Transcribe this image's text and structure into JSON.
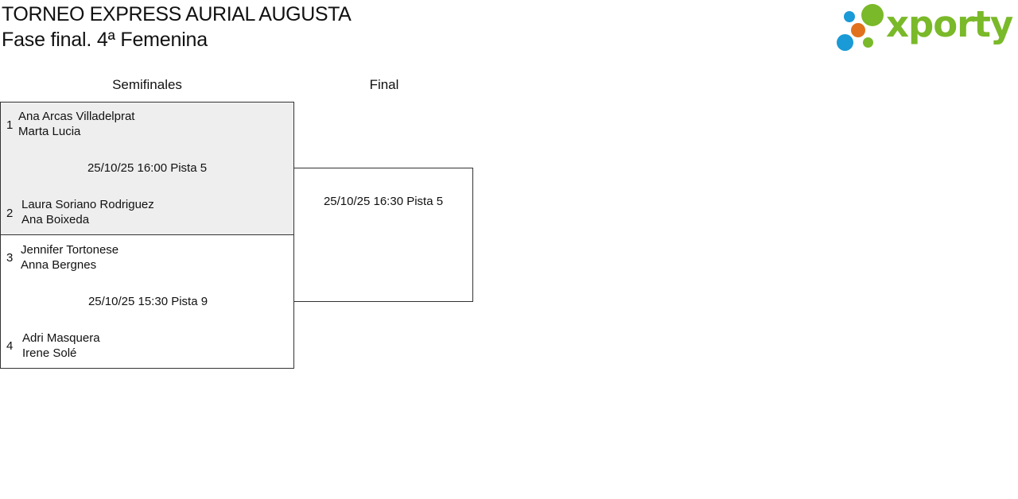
{
  "header": {
    "tournament_title": "TORNEO EXPRESS AURIAL AUGUSTA",
    "phase_title": "Fase final. 4ª Femenina"
  },
  "logo": {
    "text": "xporty",
    "colors": {
      "green": "#7ab929",
      "blue": "#1a9ad6",
      "orange": "#e2711d"
    }
  },
  "rounds": [
    {
      "label": "Semifinales"
    },
    {
      "label": "Final"
    }
  ],
  "semifinals": [
    {
      "schedule": "25/10/25 16:00 Pista 5",
      "teams": [
        {
          "seed": "1",
          "players": [
            "Ana Arcas Villadelprat",
            "Marta Lucia"
          ]
        },
        {
          "seed": "2",
          "players": [
            "Laura Soriano Rodriguez",
            "Ana Boixeda"
          ]
        }
      ]
    },
    {
      "schedule": "25/10/25 15:30 Pista 9",
      "teams": [
        {
          "seed": "3",
          "players": [
            "Jennifer Tortonese",
            "Anna Bergnes"
          ]
        },
        {
          "seed": "4",
          "players": [
            "Adri Masquera",
            "Irene Solé"
          ]
        }
      ]
    }
  ],
  "final": {
    "schedule": "25/10/25 16:30 Pista 5"
  },
  "colors": {
    "highlight_bg": "#eeeeee",
    "border": "#333333"
  }
}
